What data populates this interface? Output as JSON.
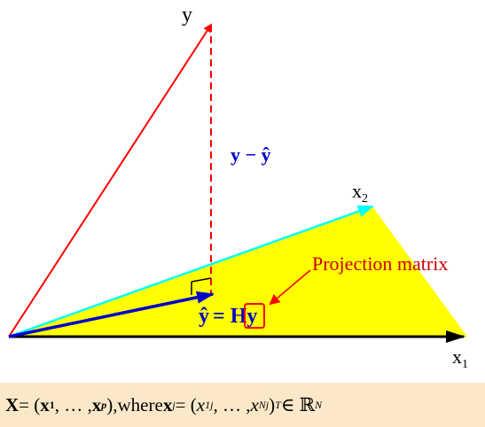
{
  "labels": {
    "y": "y",
    "x1": "x",
    "x1_sub": "1",
    "x2": "x",
    "x2_sub": "2",
    "residual": "y − ŷ",
    "projection_matrix": "Projection matrix",
    "yhat": "ŷ",
    "equals": "=",
    "H": "H",
    "y_after_H": "y"
  },
  "caption": {
    "X": "X",
    "eq1": " = (",
    "x1": "x",
    "x1_sub": "1",
    "sep": ", … , ",
    "xp": "x",
    "xp_sub": "p",
    "close1": "), ",
    "where": "where ",
    "xj": "x",
    "xj_sub": "j",
    "eq2": " = (",
    "x1j": "x",
    "x1j_sub": "1j",
    "sep2": ", … , ",
    "xNj": "x",
    "xNj_sub": "Nj",
    "close2": ")",
    "T": "T",
    "in": " ∈ ℝ",
    "N": "N"
  },
  "colors": {
    "plane": "#ffff00",
    "y_vector": "#ff0000",
    "residual": "#ff0000",
    "x2_vector": "#00ffff",
    "yhat_vector": "#0000cc",
    "x1_axis": "#000000",
    "caption_bg": "#fbe8c8",
    "label_blue": "#0000cc",
    "label_red": "#cc0000"
  }
}
